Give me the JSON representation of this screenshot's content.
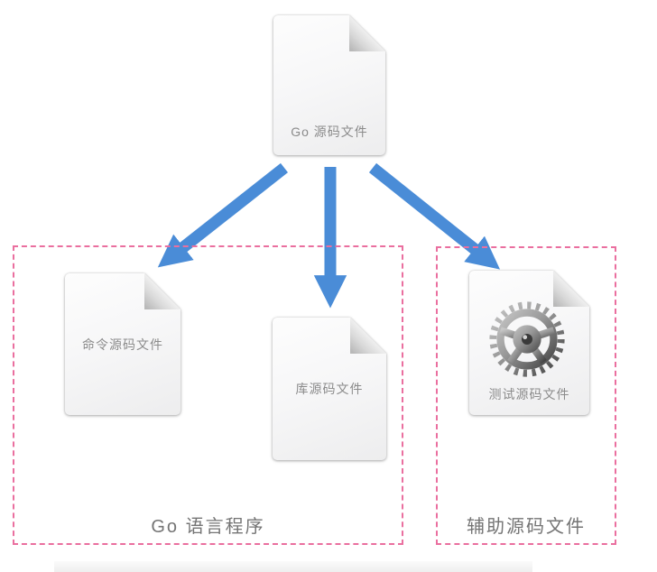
{
  "diagram": {
    "root_doc": {
      "label": "Go 源码文件",
      "icon": "document-icon"
    },
    "groups": {
      "left": {
        "label": "Go 语言程序",
        "docs": [
          {
            "label": "命令源码文件",
            "icon": "document-icon"
          },
          {
            "label": "库源码文件",
            "icon": "document-icon"
          }
        ]
      },
      "right": {
        "label": "辅助源码文件",
        "docs": [
          {
            "label": "测试源码文件",
            "icon": "gear-icon"
          }
        ]
      }
    },
    "colors": {
      "arrow": "#4a8cd7",
      "group_border": "#ea6f9f",
      "doc_label": "#8b8b8b",
      "group_label": "#747474"
    }
  }
}
